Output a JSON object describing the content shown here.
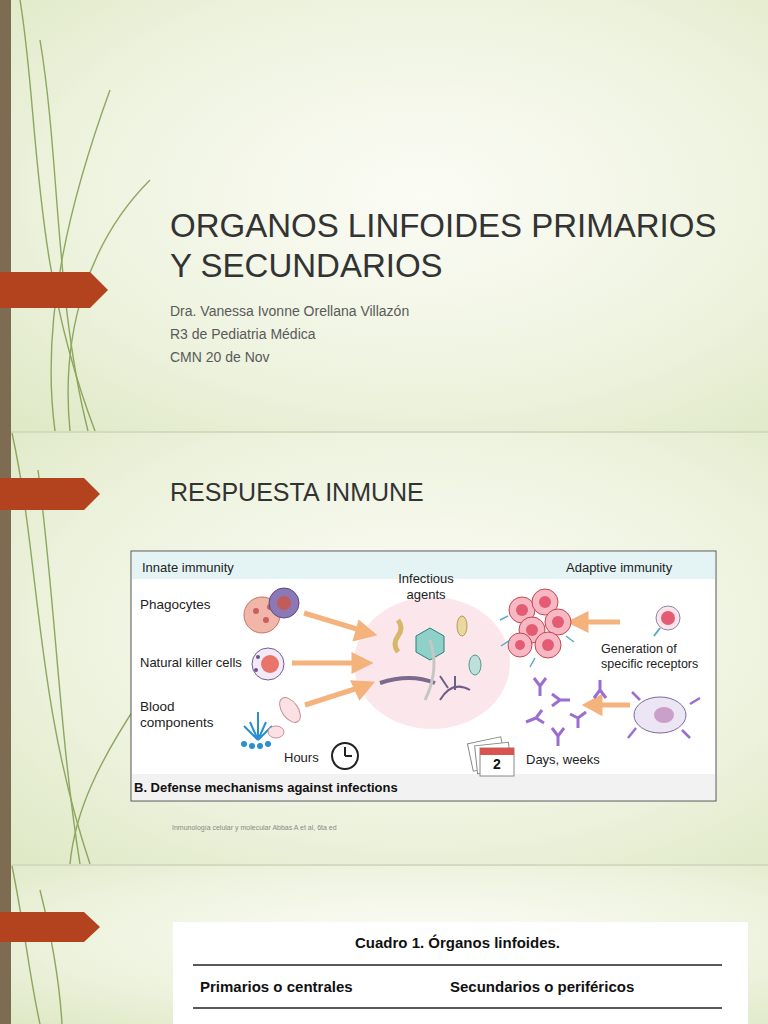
{
  "diagram": {
    "title": "ORGANOS LINFOIDES PRIMARIOS Y SECUNDARIOS",
    "labels": [
      "Dra. Vanessa Ivonne Orellana Villazón",
      "R3 de Pediatria Médica",
      "CMN 20 de Nov",
      "RESPUESTA INMUNE",
      "Innate immunity",
      "Infectious agents",
      "Adaptive immunity",
      "Phagocytes",
      "Natural killer cells",
      "Blood components",
      "Generation of specific receptors",
      "Hours",
      "Days, weeks",
      "2",
      "B. Defense mechanisms against infections",
      "Inmunología celular y molecular Abbas A et al, 6ta ed",
      "Cuadro 1. Órganos linfoides.",
      "Primarios o centrales",
      "Secundarios o periféricos"
    ]
  }
}
